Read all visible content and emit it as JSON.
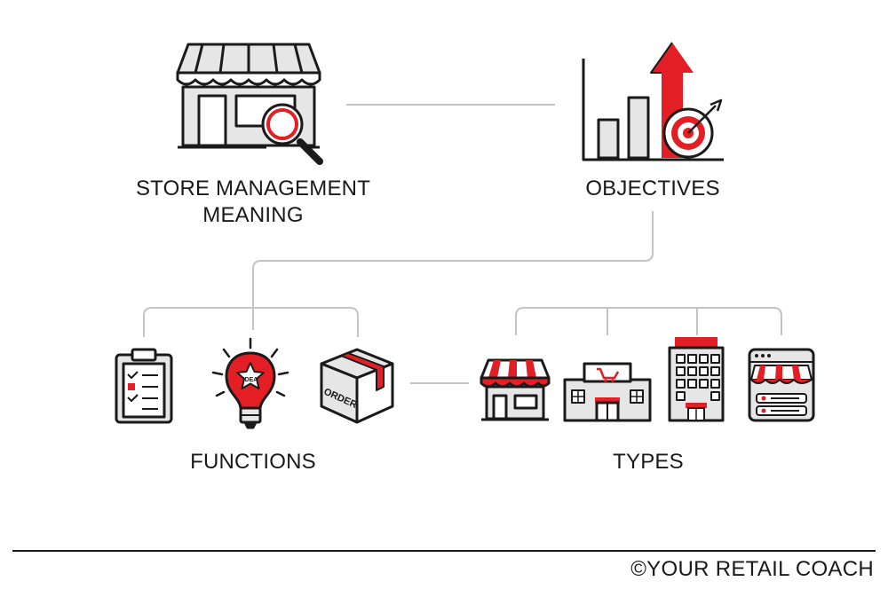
{
  "nodes": {
    "meaning": {
      "line1": "STORE MANAGEMENT",
      "line2": "MEANING"
    },
    "objectives": {
      "label": "OBJECTIVES"
    },
    "functions": {
      "label": "FUNCTIONS"
    },
    "types": {
      "label": "TYPES"
    }
  },
  "icon_text": {
    "idea": "IDEA",
    "order": "ORDER"
  },
  "icons": {
    "meaning": "storefront-with-magnifier-icon",
    "objectives": "bar-chart-arrow-target-icon",
    "functions": [
      "clipboard-checklist-icon",
      "lightbulb-idea-icon",
      "order-box-icon"
    ],
    "types": [
      "small-shop-icon",
      "supermarket-icon",
      "office-building-icon",
      "online-store-icon"
    ]
  },
  "footer": {
    "credit": "©YOUR RETAIL COACH"
  },
  "colors": {
    "accent": "#e31e24",
    "line": "#c4c4c4",
    "ink": "#1a1a1a",
    "fill": "#e6e6e6"
  }
}
